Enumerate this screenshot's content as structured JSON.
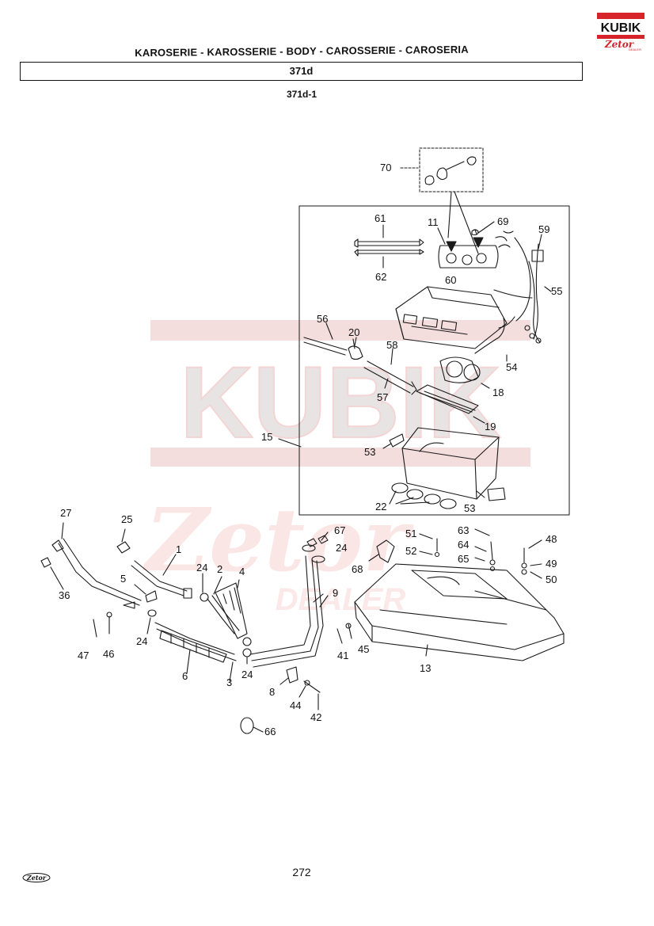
{
  "brand": {
    "name": "KUBIK",
    "sub": "Zetor",
    "sub_small": "DEALER"
  },
  "header": {
    "title": "KAROSERIE - KAROSSERIE - BODY - CAROSSERIE - CAROSERIA",
    "code": "371d",
    "sub_code": "371d-1"
  },
  "watermark": {
    "text": "KUBIK",
    "sub": "Zetor",
    "sub_small": "DEALER"
  },
  "colors": {
    "brand_red": "#d7232a",
    "watermark_red": "#f1d6d6",
    "line": "#1a1a1a"
  },
  "callouts": {
    "c70": "70",
    "c61": "61",
    "c11": "11",
    "c69": "69",
    "c59": "59",
    "c62": "62",
    "c60": "60",
    "c55": "55",
    "c56": "56",
    "c20": "20",
    "c58": "58",
    "c54": "54",
    "c18": "18",
    "c57": "57",
    "c19": "19",
    "c15": "15",
    "c53a": "53",
    "c22": "22",
    "c53b": "53",
    "c27": "27",
    "c25": "25",
    "c67": "67",
    "c63": "63",
    "c51": "51",
    "c48": "48",
    "c1": "1",
    "c24a": "24",
    "c64": "64",
    "c52": "52",
    "c49": "49",
    "c36": "36",
    "c24b": "24",
    "c2": "2",
    "c4": "4",
    "c68": "68",
    "c65": "65",
    "c50": "50",
    "c5": "5",
    "c9": "9",
    "c24c": "24",
    "c47": "47",
    "c46": "46",
    "c41": "41",
    "c45": "45",
    "c6": "6",
    "c3": "3",
    "c24d": "24",
    "c13": "13",
    "c8": "8",
    "c44": "44",
    "c42": "42",
    "c66": "66"
  },
  "footer": {
    "page": "272",
    "logo_text": "Zetor"
  }
}
